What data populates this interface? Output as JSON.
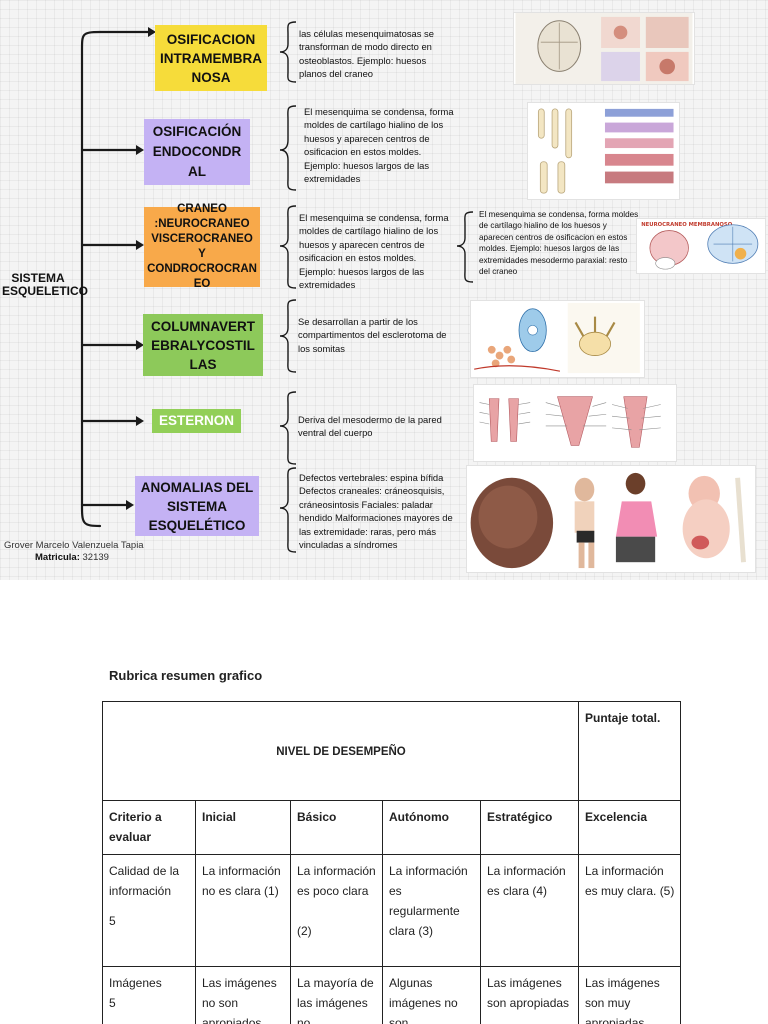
{
  "mindmap": {
    "root": "SISTEMA ESQUELETICO",
    "topics": [
      {
        "label": "OSIFICACION INTRAMEMBRANOSA",
        "lines": [
          "OSIFICACION",
          "INTRAMEMBRA",
          "NOSA"
        ],
        "color": "#f6dc3a",
        "description": "las células mesenquimatosas se transforman de modo directo en osteoblastos. Ejemplo: huesos planos del craneo",
        "image": "skull-ossification-diagram"
      },
      {
        "label": "OSIFICACIÓN ENDOCONDRAL",
        "lines": [
          "OSIFICACIÓN",
          "ENDOCONDR",
          "AL"
        ],
        "color": "#c4b2f4",
        "description": "El mesenquima se condensa, forma moldes de cartílago hialino de los huesos y aparecen centros de osificacion en estos moldes. Ejemplo: huesos largos de las extremidades",
        "image": "long-bone-ossification-diagram"
      },
      {
        "label": "CRANEO :NEUROCRANEO VISCEROCRANEO Y CONDROCROCRANEO",
        "lines": [
          "CRANEO",
          ":NEUROCRANEO",
          "VISCEROCRANEO Y",
          "CONDROCROCRAN",
          "EO"
        ],
        "color": "#f8a94a",
        "description": "El mesenquima se condensa, forma moldes de cartílago hialino de los huesos y aparecen centros de osificacion en estos moldes. Ejemplo: huesos largos de las extremidades",
        "sub_description": "El mesenquima se condensa, forma moldes de cartílago hialino de los huesos y aparecen centros de osificacion en estos moldes. Ejemplo: huesos largos de las extremidades mesodermo paraxial: resto del craneo",
        "image_caption": "NEUROCRANEO MEMBRANOSO",
        "image": "skull-development-diagram"
      },
      {
        "label": "COLUMNAVERTEBRALYCOSTILLAS",
        "lines": [
          "COLUMNAVERT",
          "EBRALYCOSTIL",
          "LAS"
        ],
        "color": "#8dc95a",
        "description": "Se desarrollan a partir de los compartimentos del esclerotoma de los somitas",
        "image": "vertebra-development-diagram"
      },
      {
        "label": "ESTERNON",
        "lines": [
          "ESTERNON"
        ],
        "color": "#92cf58",
        "description": "Deriva del mesodermo de la pared ventral del cuerpo",
        "image": "sternum-development-diagram"
      },
      {
        "label": "ANOMALIAS DEL SISTEMA ESQUELÉTICO",
        "lines": [
          "ANOMALIAS DEL",
          "SISTEMA",
          "ESQUELÉTICO"
        ],
        "color": "#c4b2f4",
        "description": "Defectos vertebrales: espina bífida Defectos craneales: cráneosquisis, cráneosintosis Faciales: paladar hendido Malformaciones mayores de las extremidade: raras, pero más vinculadas a síndromes",
        "image": "skeletal-anomaly-photos"
      }
    ],
    "author_name": "Grover Marcelo Valenzuela Tapia",
    "matricula_label": "Matricula:",
    "matricula_value": "32139"
  },
  "rubric": {
    "title": "Rubrica resumen grafico",
    "level_header": "NIVEL DE DESEMPEÑO",
    "total_header": "Puntaje total.",
    "column_headers": [
      "Criterio a evaluar",
      "Inicial",
      "Básico",
      "Autónomo",
      "Estratégico",
      "Excelencia"
    ],
    "rows": [
      {
        "criterion": "Calidad de la información",
        "score": "5",
        "cells": [
          "La información no es clara (1)",
          "La información es poco clara\n\n(2)",
          "La información es regularmente clara (3)",
          "La información es clara    (4)",
          "La información es muy clara. (5)"
        ]
      },
      {
        "criterion": "Imágenes",
        "score": "5",
        "cells": [
          "Las imágenes no son apropiados",
          "La mayoría de las imágenes no",
          "Algunas imágenes no son",
          "Las imágenes son apropiadas",
          "Las imágenes son muy apropiadas"
        ]
      }
    ]
  }
}
